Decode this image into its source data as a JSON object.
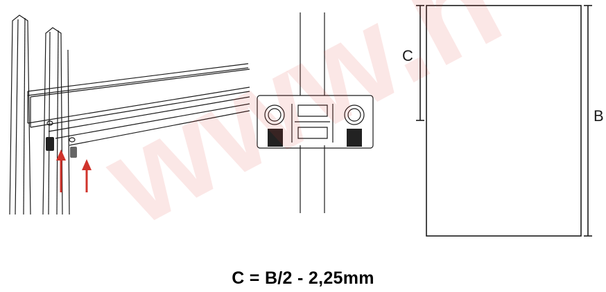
{
  "labels": {
    "c": "C",
    "b": "B"
  },
  "formula": "C = B/2 - 2,25mm",
  "watermark": "www.h",
  "colors": {
    "line": "#1a1a1a",
    "arrow": "#d0342c",
    "watermark": "#e03c34",
    "spring": "#222222"
  }
}
